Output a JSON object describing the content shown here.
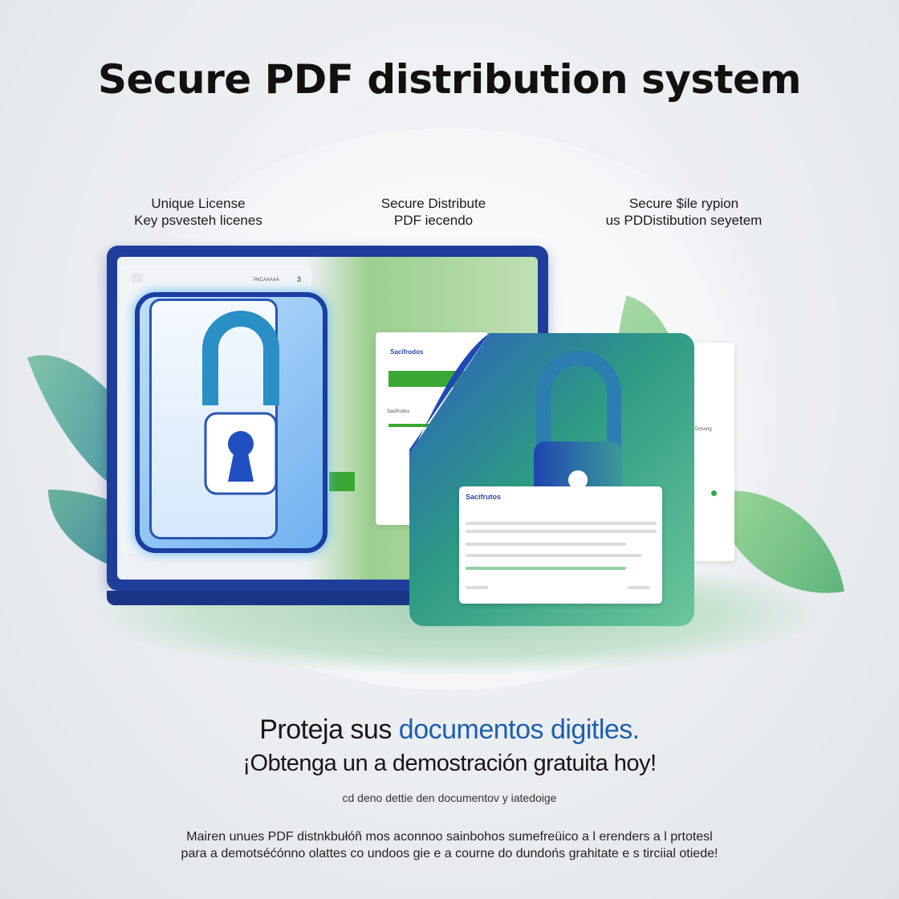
{
  "title": "Secure PDF distribution system",
  "features": [
    {
      "line1": "Unique License",
      "line2": "Key psvesteh licenes"
    },
    {
      "line1": "Secure Distribute",
      "line2": "PDF iecendo"
    },
    {
      "line1": "Secure $ile rypion",
      "line2": "us PDDistibution seyetem"
    }
  ],
  "illustration": {
    "screen_header_text": "PACAAAAA",
    "screen_header_num": "3",
    "panel_title": "Sacifrodos",
    "panel_label": "Sacifrodos",
    "card_title": "Sacifrutos",
    "side_label": "Dosong",
    "colors": {
      "blue": "#1f3e9c",
      "green": "#2e9a84",
      "accent_green": "#3aa832"
    }
  },
  "headline": {
    "part1": "Proteja sus ",
    "part2": "documentos digitles."
  },
  "subheadline": "¡Obtenga un a demostración gratuita hoy!",
  "small_text": "cd deno dettie den documentov y iatedoige",
  "body": {
    "line1": "Mairen unues PDF distnkbułóñ mos aconnoo sainbohos sumefreüico a l erenders a l prtotesl",
    "line2": "para a demotséćónno olattes co undoos gie e a courne do dundońs grahitate e s tirciial otiede!"
  }
}
